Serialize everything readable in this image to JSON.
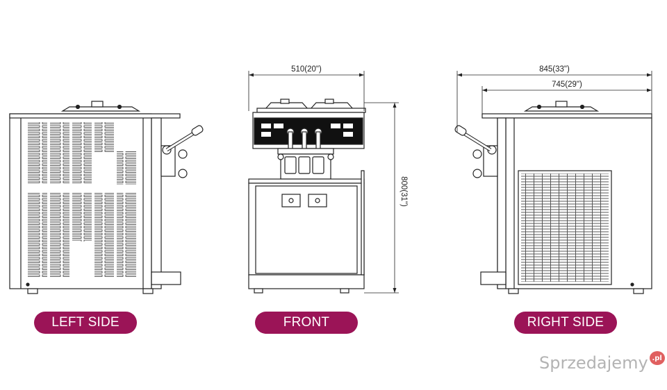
{
  "labels": {
    "left": "LEFT SIDE",
    "front": "FRONT",
    "right": "RIGHT SIDE"
  },
  "dimensions": {
    "front_width": "510(20\")",
    "front_height": "800(31\")",
    "right_depth_total": "845(33\")",
    "right_depth_body": "745(29\")"
  },
  "watermark": {
    "text": "Sprzedajemy",
    "badge": ".pl"
  },
  "colors": {
    "label_bg": "#9b1457",
    "line": "#222222"
  }
}
